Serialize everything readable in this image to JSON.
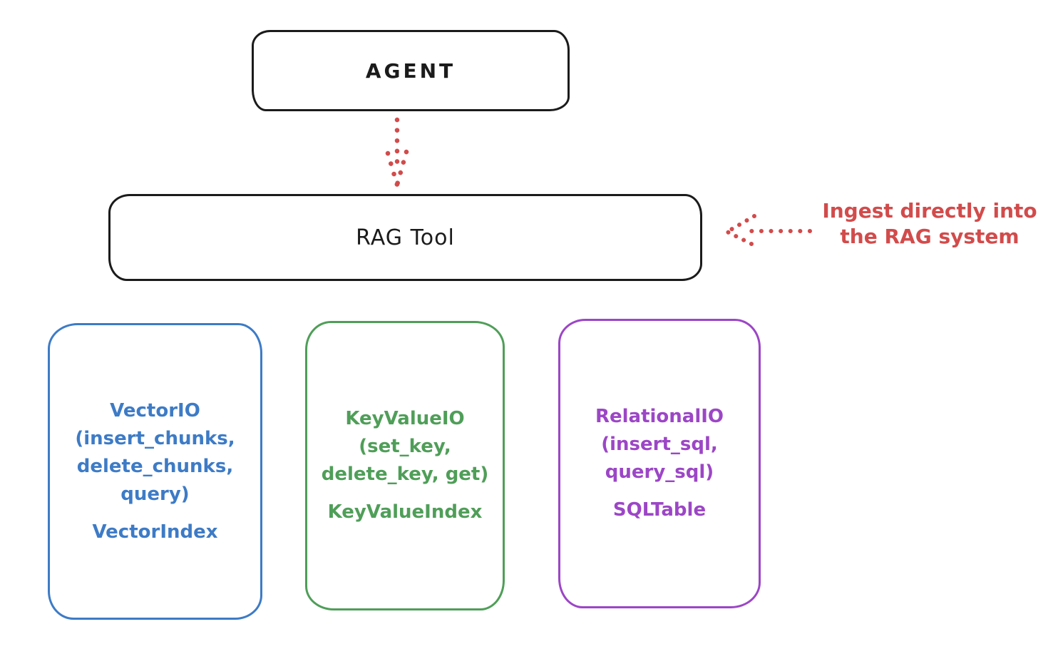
{
  "diagram": {
    "agent": {
      "label": "AGENT"
    },
    "rag_tool": {
      "label": "RAG Tool"
    },
    "note": {
      "text": "Ingest directly into\nthe RAG system"
    },
    "stores": [
      {
        "name": "VectorIO",
        "title": "VectorIO\n(insert_chunks,\ndelete_chunks,\nquery)",
        "index": "VectorIndex",
        "color": "#3d7bc6"
      },
      {
        "name": "KeyValueIO",
        "title": "KeyValueIO\n(set_key,\ndelete_key, get)",
        "index": "KeyValueIndex",
        "color": "#4f9e58"
      },
      {
        "name": "RelationalIO",
        "title": "RelationalIO\n(insert_sql,\nquery_sql)",
        "index": "SQLTable",
        "color": "#9c46c6"
      }
    ],
    "colors": {
      "ink": "#1b1b1b",
      "red_accent": "#d24b4b",
      "blue": "#3d7bc6",
      "green": "#4f9e58",
      "purple": "#9c46c6",
      "background": "#ffffff"
    }
  }
}
